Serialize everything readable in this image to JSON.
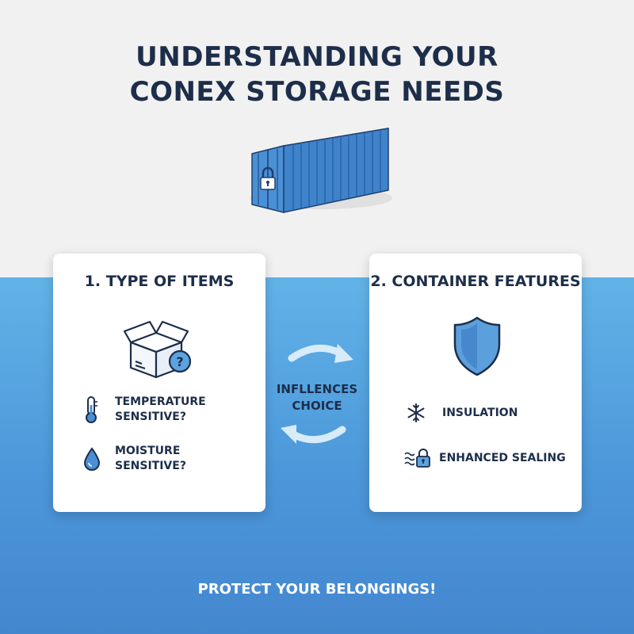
{
  "title": {
    "line1": "UNDERSTANDING YOUR",
    "line2": "CONEX STORAGE NEEDS"
  },
  "left_card": {
    "heading": "1. TYPE OF ITEMS",
    "illustration_icon": "box-question-icon",
    "items": [
      {
        "icon": "thermometer-icon",
        "line1": "TEMPERATURE",
        "line2": "SENSITIVE?"
      },
      {
        "icon": "water-drop-icon",
        "line1": "MOISTURE",
        "line2": "SENSITIVE?"
      }
    ]
  },
  "center": {
    "line1": "INFLLENCES",
    "line2": "CHOICE",
    "icon": "cycle-arrows-icon"
  },
  "right_card": {
    "heading": "2. CONTAINER FEATURES",
    "illustration_icon": "shield-icon",
    "items": [
      {
        "icon": "snowflake-icon",
        "label": "INSULATION"
      },
      {
        "icon": "seal-lock-icon",
        "label": "ENHANCED SEALING"
      }
    ]
  },
  "footer": "PROTECT YOUR BELONGINGS!",
  "colors": {
    "navy": "#1d2e4a",
    "accent_blue": "#4a8fd6",
    "light_blue": "#62b3e8",
    "top_bg": "#f1f1f1"
  }
}
